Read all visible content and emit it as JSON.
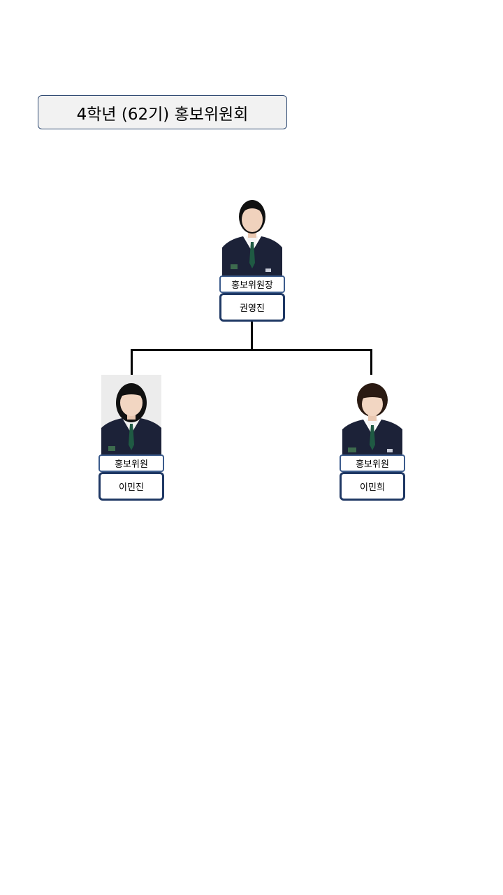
{
  "title": "4학년 (62기) 홍보위원회",
  "colors": {
    "title_border": "#2f4a72",
    "title_fill": "#f2f2f2",
    "role_border": "#3b5b8c",
    "name_border": "#1f3864",
    "connector": "#000000",
    "uniform": "#1c2238",
    "tie": "#1f5a43"
  },
  "members": {
    "head": {
      "role": "홍보위원장",
      "name": "권영진",
      "photo_icon": "portrait-photo"
    },
    "left": {
      "role": "홍보위원",
      "name": "이민진",
      "photo_icon": "portrait-photo"
    },
    "right": {
      "role": "홍보위원",
      "name": "이민희",
      "photo_icon": "portrait-photo"
    }
  }
}
